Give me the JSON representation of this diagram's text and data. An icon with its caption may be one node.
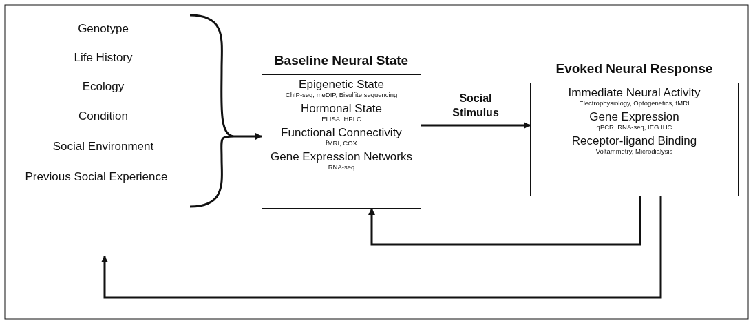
{
  "diagram": {
    "nodes": [
      {
        "text": [
          "Genotype"
        ]
      },
      {
        "text": [
          "Life History"
        ]
      },
      {
        "text": [
          "Ecology"
        ]
      },
      {
        "text": [
          "Condition"
        ]
      },
      {
        "text": [
          "Social Environment"
        ]
      },
      {
        "text": [
          "Previous Social Experience"
        ]
      },
      {
        "text": [],
        "shape": "bracket"
      },
      {
        "text": [
          "Baseline Neural State",
          "Epigenetic State",
          "ChIP-seq, meDIP, Bisulfite sequencing",
          "Hormonal State",
          "ELISA, HPLC",
          "Functional Connectivity",
          "fMRI, COX",
          "Gene Expression Networks",
          "RNA-seq"
        ]
      },
      {
        "text": [
          "Evoked Neural Response",
          "Immediate Neural Activity",
          "Electrophysiology, Optogenetics, fMRI",
          "Gene Expression",
          "qPCR, RNA-seq, IEG IHC",
          "Receptor-ligand Binding",
          "Voltammetry, Microdialysis"
        ]
      }
    ],
    "edges": [
      {
        "from": 6,
        "to": 7,
        "arrow": "to"
      },
      {
        "from": 7,
        "to": 8,
        "arrow": "to",
        "label": "Social Stimulus"
      },
      {
        "from": 8,
        "to": 7,
        "arrow": "to"
      },
      {
        "from": 8,
        "to": null,
        "arrow": "to"
      }
    ]
  }
}
